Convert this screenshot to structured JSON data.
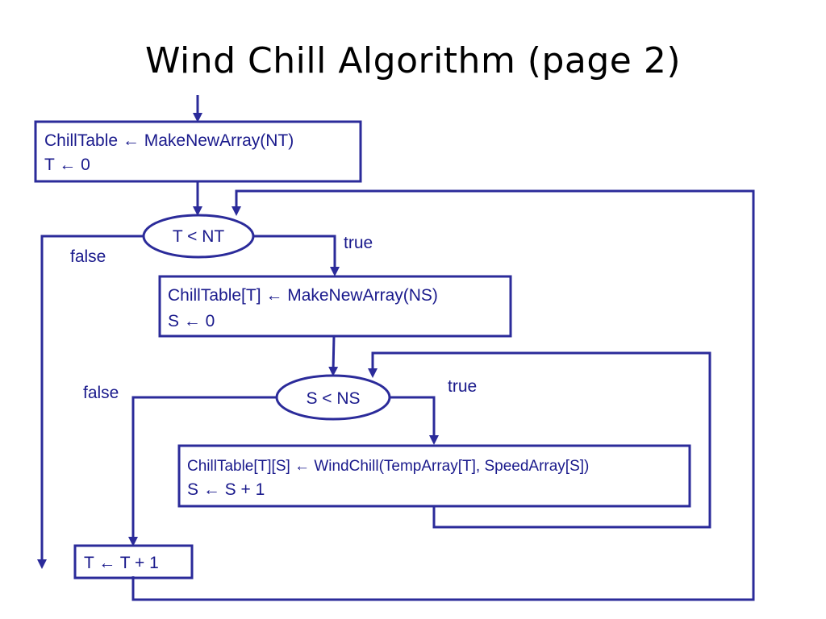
{
  "slide": {
    "title": "Wind Chill Algorithm (page 2)"
  },
  "flowchart": {
    "init_box": {
      "line1": "ChillTable ← MakeNewArray(NT)",
      "line2": "T ← 0"
    },
    "outer_condition": "T < NT",
    "outer_true_label": "true",
    "outer_false_label": "false",
    "row_box": {
      "line1": "ChillTable[T] ← MakeNewArray(NS)",
      "line2": "S ← 0"
    },
    "inner_condition": "S < NS",
    "inner_true_label": "true",
    "inner_false_label": "false",
    "body_box": {
      "line1": "ChillTable[T][S] ← WindChill(TempArray[T], SpeedArray[S])",
      "line2": "S ← S + 1"
    },
    "increment_box": {
      "line1": "T ← T + 1"
    }
  },
  "colors": {
    "stroke": "#2b2b9a",
    "text": "#1a1a8c"
  }
}
